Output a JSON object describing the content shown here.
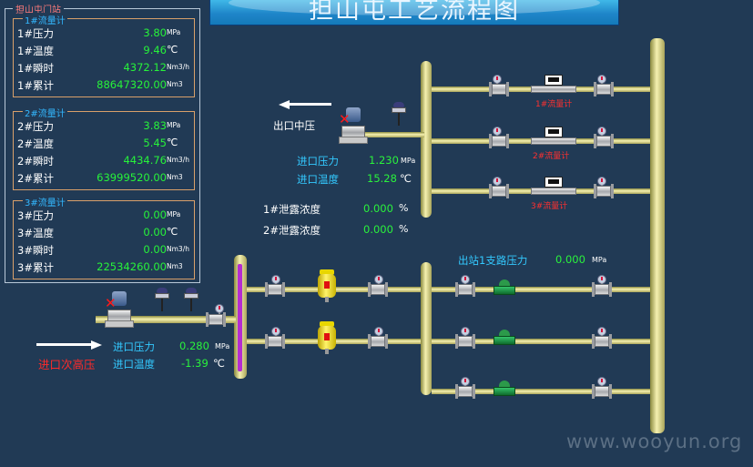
{
  "title": "担山屯工艺流程图",
  "station": {
    "title": "担山屯门站",
    "meters": [
      {
        "title": "1#流量计",
        "rows": [
          {
            "label": "1#压力",
            "value": "3.80",
            "unit": "MPa"
          },
          {
            "label": "1#温度",
            "value": "9.46",
            "unit": "℃"
          },
          {
            "label": "1#瞬时",
            "value": "4372.12",
            "unit": "Nm3/h"
          },
          {
            "label": "1#累计",
            "value": "88647320.00",
            "unit": "Nm3"
          }
        ]
      },
      {
        "title": "2#流量计",
        "rows": [
          {
            "label": "2#压力",
            "value": "3.83",
            "unit": "MPa"
          },
          {
            "label": "2#温度",
            "value": "5.45",
            "unit": "℃"
          },
          {
            "label": "2#瞬时",
            "value": "4434.76",
            "unit": "Nm3/h"
          },
          {
            "label": "2#累计",
            "value": "63999520.00",
            "unit": "Nm3"
          }
        ]
      },
      {
        "title": "3#流量计",
        "rows": [
          {
            "label": "3#压力",
            "value": "0.00",
            "unit": "MPa"
          },
          {
            "label": "3#温度",
            "value": "0.00",
            "unit": "℃"
          },
          {
            "label": "3#瞬时",
            "value": "0.00",
            "unit": "Nm3/h"
          },
          {
            "label": "3#累计",
            "value": "22534260.00",
            "unit": "Nm3"
          }
        ]
      }
    ]
  },
  "outlet": {
    "label": "出口中压",
    "pressure_label": "进口压力",
    "pressure_value": "1.230",
    "pressure_unit": "MPa",
    "temp_label": "进口温度",
    "temp_value": "15.28",
    "temp_unit": "℃"
  },
  "leak": [
    {
      "label": "1#泄露浓度",
      "value": "0.000",
      "unit": "%"
    },
    {
      "label": "2#泄露浓度",
      "value": "0.000",
      "unit": "%"
    }
  ],
  "flowmeter_tags": [
    "1#流量计",
    "2#流量计",
    "3#流量计"
  ],
  "branch": {
    "label": "出站1支路压力",
    "value": "0.000",
    "unit": "MPa"
  },
  "inlet": {
    "label": "进口次高压",
    "pressure_label": "进口压力",
    "pressure_value": "0.280",
    "pressure_unit": "MPa",
    "temp_label": "进口温度",
    "temp_value": "-1.39",
    "temp_unit": "℃"
  },
  "watermark": "www.wooyun.org",
  "colors": {
    "background": "#213a55",
    "value_green": "#2af23c",
    "label_cyan": "#33c9ff",
    "alarm_red": "#ff2a2a",
    "pipe": "#d9d48a"
  },
  "icons": [
    "pressure-gauge-icon",
    "ball-valve-icon",
    "flowmeter-icon",
    "filter-icon",
    "regulator-icon",
    "actuator-valve-icon",
    "shutdown-valve-icon",
    "flow-arrow-icon"
  ]
}
